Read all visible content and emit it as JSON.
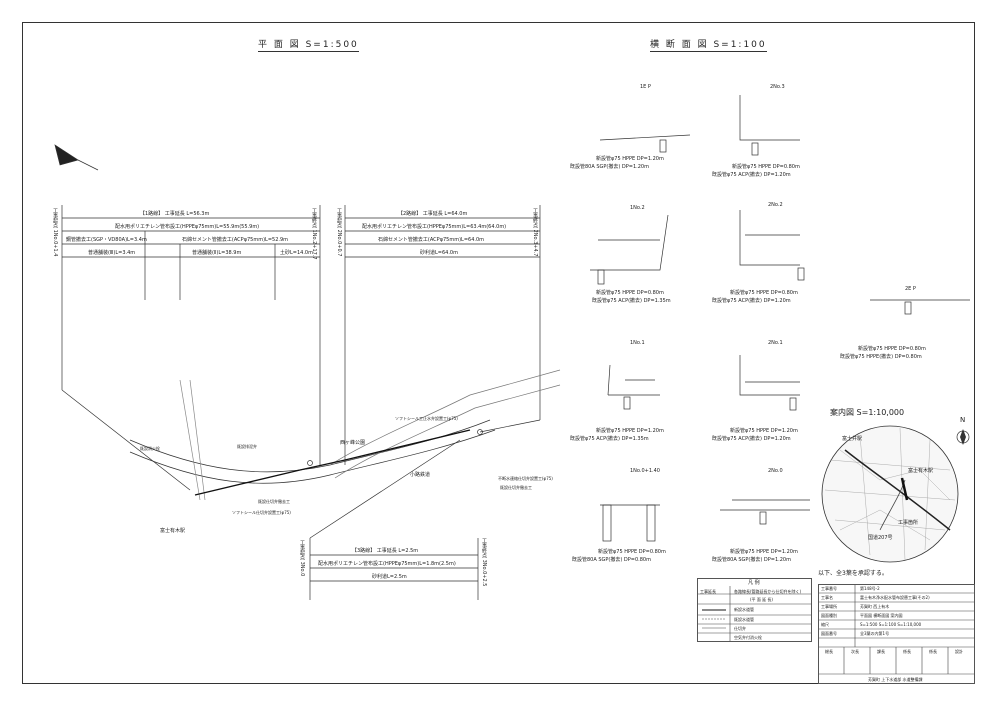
{
  "titles": {
    "plan": "平 面 図 S=1:500",
    "cross": "横 断 面 図 S=1:100",
    "guide": "案内図 S=1:10,000"
  },
  "routes": {
    "r1": {
      "start": "工事起点 1No.0+1.4",
      "end": "工事終点 1No.2+17.7",
      "header": "【1路線】 工事延長 L=56.3m",
      "pipe": "配水用ポリエチレン管布設工(HPPEφ75mm)L=55.9m(55.9m)",
      "remove1": "鋼管撤去工(SGP・VD80A)L=3.4m",
      "remove2": "石綿セメント管撤去工(ACPφ75mm)L=52.9m",
      "pave1": "普通舗装(Ⅲ)L=3.4m",
      "pave2": "普通舗装(Ⅱ)L=38.9m",
      "pave3": "土砂L=14.0m"
    },
    "r2": {
      "start": "工事起点 2No.0+0.7",
      "end": "工事終点 2No.3+4.7",
      "header": "【2路線】 工事延長 L=64.0m",
      "pipe": "配水用ポリエチレン管布設工(HPPEφ75mm)L=63.4m(64.0m)",
      "remove": "石綿セメント管撤去工(ACPφ75mm)L=64.0m",
      "pave": "砂利道L=64.0m"
    },
    "r3": {
      "start": "工事起点 3No.0",
      "end": "工事終点 3No.0+2.5",
      "header": "【3路線】 工事延長 L=2.5m",
      "pipe": "配水用ポリエチレン管布設工(HPPEφ75mm)L=1.8m(2.5m)",
      "pave": "砂利道L=2.5m"
    }
  },
  "map_labels": {
    "park": "西ヶ峰公園",
    "lane": "小路鉄道",
    "station_area": "富士有木駅",
    "note_upper": "ソフトシール工止水弁設置工(φ75)",
    "note_lower": "ソフトシール仕切弁設置工(φ75)",
    "note_exist": "既設仕切弁撤去工",
    "note_right1": "不断水連絡仕切弁設置工(φ75)",
    "note_right2": "既設仕切弁撤去工",
    "note_left1": "既設消火栓",
    "note_left2": "既設排泥弁"
  },
  "sections": [
    {
      "id": "1E P",
      "new": "新設管φ75 HPPE DP=1.20m",
      "old": "既設管80A SGP(撤去) DP=1.20m"
    },
    {
      "id": "1No.2",
      "new": "新設管φ75 HPPE DP=0.80m",
      "old": "既設管φ75 ACP(撤去) DP=1.35m"
    },
    {
      "id": "1No.1",
      "new": "新設管φ75 HPPE DP=1.20m",
      "old": "既設管φ75 ACP(撤去) DP=1.35m"
    },
    {
      "id": "1No.0+1.40",
      "new": "新設管φ75 HPPE DP=0.80m",
      "old": "既設管80A SGP(撤去) DP=0.80m"
    },
    {
      "id": "2No.3",
      "new": "新設管φ75 HPPE DP=0.80m",
      "old": "既設管φ75 ACP(撤去) DP=1.20m"
    },
    {
      "id": "2No.2",
      "new": "新設管φ75 HPPE DP=0.80m",
      "old": "既設管φ75 ACP(撤去) DP=1.20m"
    },
    {
      "id": "2No.1",
      "new": "新設管φ75 HPPE DP=1.20m",
      "old": "既設管φ75 ACP(撤去) DP=1.20m"
    },
    {
      "id": "2No.0",
      "new": "新設管φ75 HPPE DP=1.20m",
      "old": "既設管80A SGP(撤去) DP=1.20m"
    },
    {
      "id": "2E P",
      "new": "新設管φ75 HPPE DP=0.80m",
      "old": "既設管φ75 HPPE(撤去) DP=0.80m"
    }
  ],
  "guide": {
    "station_top": "富士井駅",
    "station_main": "富士有木駅",
    "site": "工事箇所",
    "route": "国道207号",
    "north": "N"
  },
  "legend": {
    "title": "凡 例",
    "rows": [
      {
        "symbol": "工事延長",
        "text": "各路線長(管路延長から仕切弁を除く)"
      },
      {
        "symbol": "",
        "text": "(平 面 延 長)"
      },
      {
        "symbol": "",
        "text": "新設水道管"
      },
      {
        "symbol": "",
        "text": "既設水道管"
      },
      {
        "symbol": "",
        "text": "仕切弁"
      },
      {
        "symbol": "",
        "text": "空気弁付消火栓"
      }
    ]
  },
  "approval": "以下、全3葉を承認する。",
  "titleblock": {
    "rows": [
      {
        "k": "工事番号",
        "v": "第148号-2"
      },
      {
        "k": "工事名",
        "v": "富士有木浄水配水管布設替工事(その2)"
      },
      {
        "k": "工事場所",
        "v": "芳賀町 西上有木"
      },
      {
        "k": "図面種別",
        "v": "平面図  横断面図  案内図"
      },
      {
        "k": "縮尺",
        "v": "S=1:500   S=1:100   S=1:10,000"
      },
      {
        "k": "図面番号",
        "v": "全3葉の内第1号"
      }
    ],
    "signs": [
      "総長",
      "次長",
      "課長",
      "係長",
      "係長",
      "設計"
    ],
    "office": "芳賀町 上下水道部 水道整備課"
  }
}
